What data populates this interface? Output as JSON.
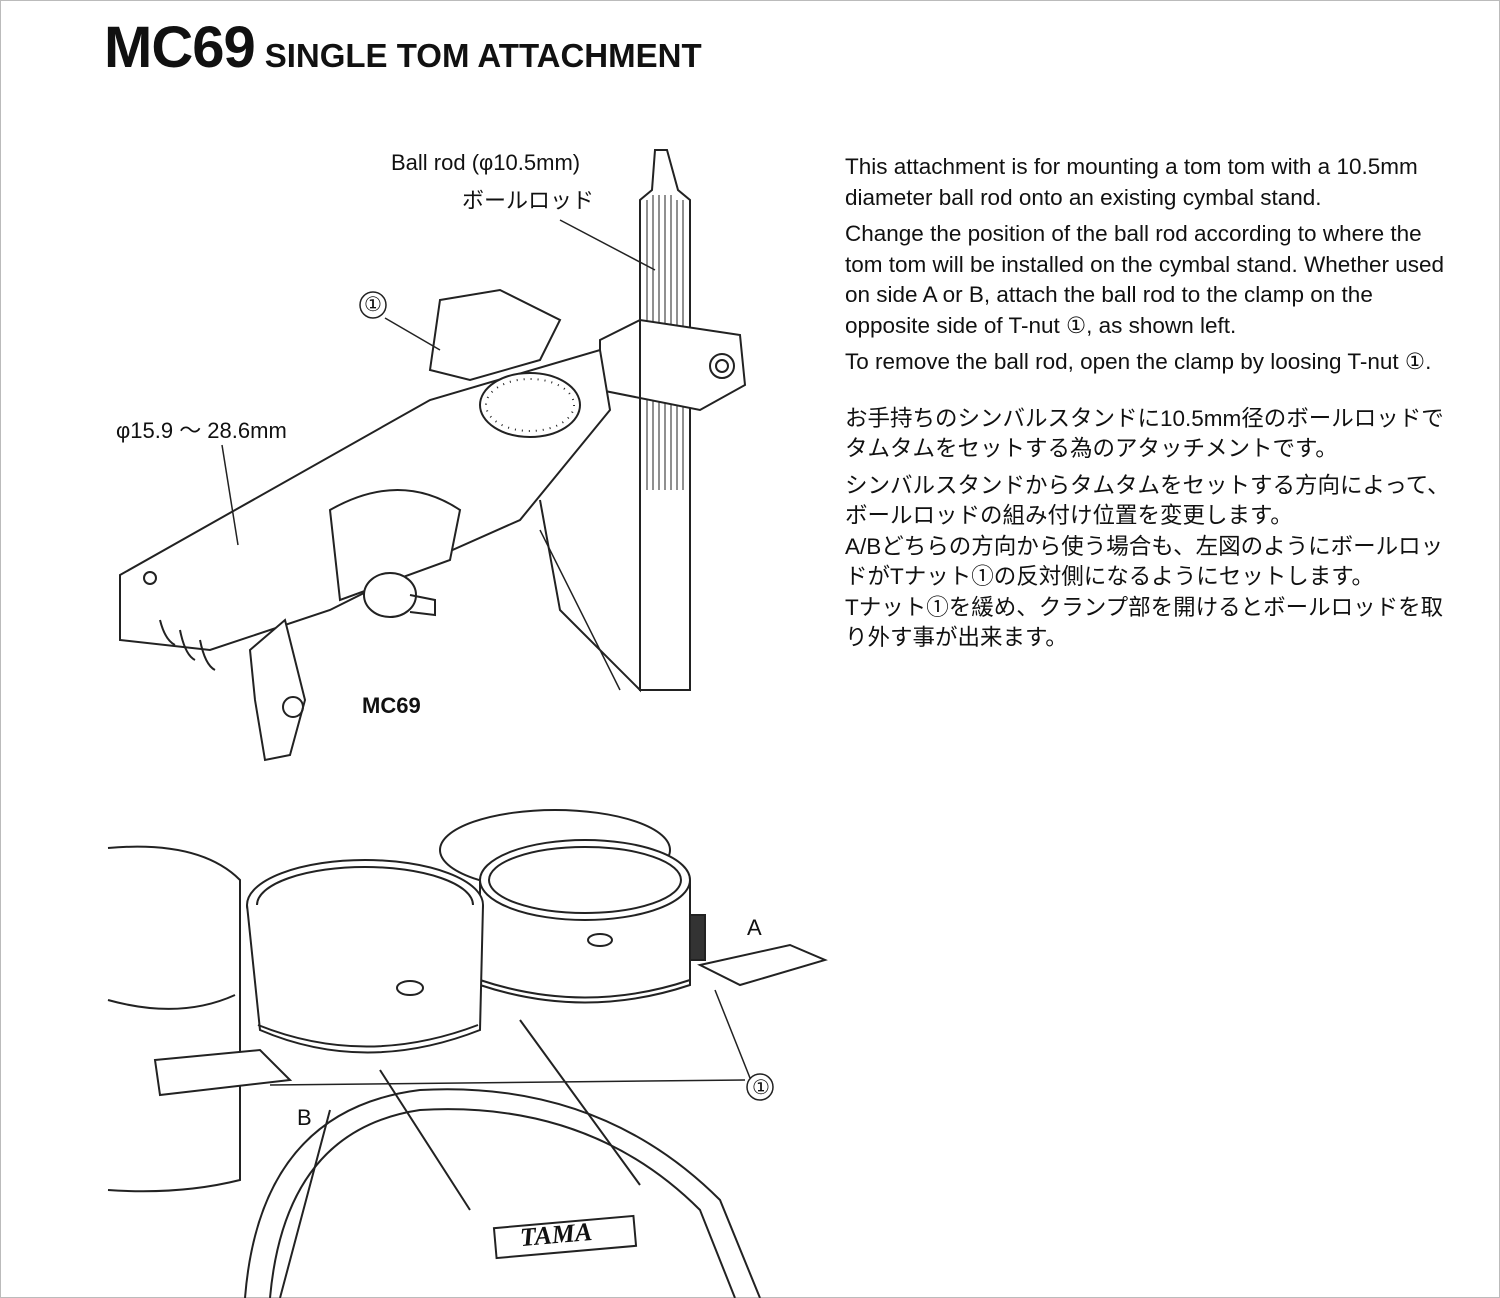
{
  "header": {
    "model": "MC69",
    "subtitle": "SINGLE TOM ATTACHMENT"
  },
  "figure1": {
    "ball_rod_label": "Ball rod (φ10.5mm)",
    "ball_rod_label_jp": "ボールロッド",
    "tnut_marker": "①",
    "diameter_range": "φ15.9 ～ 28.6mm",
    "caption": "MC69"
  },
  "figure2": {
    "side_a": "A",
    "side_b": "B",
    "tnut_marker": "①",
    "brand_logo": "TAMA"
  },
  "text_en": [
    "This attachment is for mounting a tom tom with a 10.5mm diameter ball rod onto an existing cymbal stand.",
    "Change the position of the ball rod according to where the tom tom will be installed on the cymbal stand. Whether used on side A or B, attach the ball rod to the clamp on the opposite side of T-nut ①, as shown left.",
    "To remove the ball rod, open the clamp by loosing T-nut ①."
  ],
  "text_jp": [
    "お手持ちのシンバルスタンドに10.5mm径のボールロッドでタムタムをセットする為のアタッチメントです。",
    "シンバルスタンドからタムタムをセットする方向によって、ボールロッドの組み付け位置を変更します。",
    "A/Bどちらの方向から使う場合も、左図のようにボールロッドがTナット①の反対側になるようにセットします。",
    "Tナット①を緩め、クランプ部を開けるとボールロッドを取り外す事が出来ます。"
  ]
}
